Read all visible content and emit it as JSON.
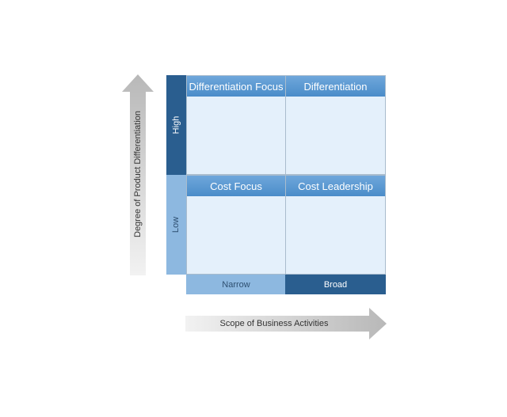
{
  "quadrants": {
    "top_left": "Differentiation Focus",
    "top_right": "Differentiation",
    "bottom_left": "Cost Focus",
    "bottom_right": "Cost Leadership"
  },
  "rows": {
    "high": "High",
    "low": "Low"
  },
  "columns": {
    "narrow": "Narrow",
    "broad": "Broad"
  },
  "axes": {
    "y_label": "Degree of Product Differentiation",
    "x_label": "Scope of Business Activities"
  },
  "colors": {
    "dark_blue": "#2a5e8f",
    "light_blue": "#8db8e0",
    "header_blue": "#5b99d2",
    "cell_fill": "#e4f0fb",
    "arrow_gray": "#d0d0d0"
  }
}
